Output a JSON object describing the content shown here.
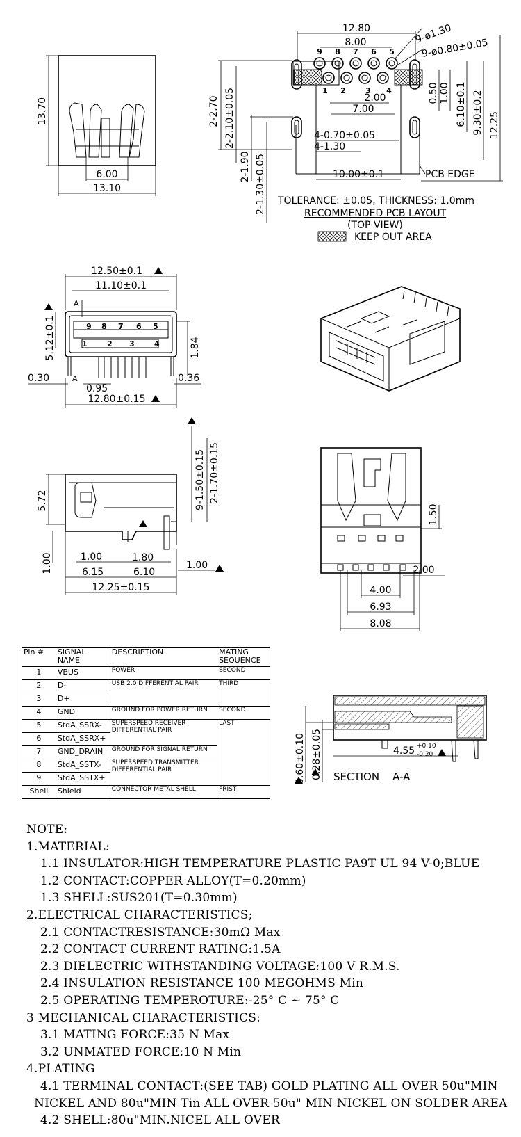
{
  "top_left_view": {
    "dim_height": "13.70",
    "dim_inner": "6.00",
    "dim_width": "13.10"
  },
  "pcb_layout": {
    "dims": [
      "12.80",
      "8.00",
      "9-ø1.30",
      "9-ø0.80±0.05",
      "2-2.70",
      "2-2.10±0.05",
      "2.00",
      "0.50",
      "1.00",
      "6.10±0.1",
      "9.30±0.2",
      "12.25",
      "7.00",
      "4-0.70±0.05",
      "4-1.30",
      "2-1.90",
      "2-1.30±0.05",
      "10.00±0.1",
      "PCB EDGE"
    ],
    "pins_top": [
      "9",
      "8",
      "7",
      "6",
      "5"
    ],
    "pins_bottom": [
      "1",
      "2",
      "3",
      "4"
    ],
    "tolerance": "TOLERANCE: ±0.05, THICKNESS: 1.0mm",
    "title": "RECOMMENDED PCB LAYOUT",
    "subtitle": "(TOP VIEW)",
    "legend": "KEEP OUT AREA"
  },
  "front_view": {
    "dims": [
      "12.50±0.1",
      "11.10±0.1",
      "5.12±0.1",
      "1.84",
      "0.30",
      "0.95",
      "0.36",
      "12.80±0.15"
    ],
    "section_mark": "A",
    "pins_top": [
      "9",
      "8",
      "7",
      "6",
      "5"
    ],
    "pins_bottom": [
      "1",
      "2",
      "3",
      "4"
    ]
  },
  "side_view": {
    "dims": [
      "9-1.50±0.15",
      "2-1.70±0.15",
      "5.72",
      "1.00",
      "1.00",
      "1.80",
      "1.00",
      "6.15",
      "6.10",
      "12.25±0.15"
    ]
  },
  "bottom_view": {
    "dims": [
      "1.50",
      "2.00",
      "4.00",
      "6.93",
      "8.08"
    ]
  },
  "section_view": {
    "dims": [
      "0.60±0.10",
      "0.28±0.05",
      "4.55",
      "+0.10",
      "-0.20"
    ],
    "label": "SECTION    A-A"
  },
  "pin_table": {
    "headers": [
      "Pin #",
      "SIGNAL NAME",
      "DESCRIPTION",
      "MATING SEQUENCE"
    ],
    "rows": [
      {
        "pin": "1",
        "signal": "VBUS",
        "desc": "POWER",
        "seq": "SECOND"
      },
      {
        "pin": "2",
        "signal": "D-",
        "desc": "USB 2.0 DIFFERENTIAL PAIR",
        "seq": "THIRD"
      },
      {
        "pin": "3",
        "signal": "D+"
      },
      {
        "pin": "4",
        "signal": "GND",
        "desc": "GROUND FOR POWER RETURN",
        "seq": "SECOND"
      },
      {
        "pin": "5",
        "signal": "StdA_SSRX-",
        "desc": "SUPERSPEED RECEIVER DIFFERENTIAL PAIR",
        "seq": "LAST"
      },
      {
        "pin": "6",
        "signal": "StdA_SSRX+"
      },
      {
        "pin": "7",
        "signal": "GND_DRAIN",
        "desc": "GROUND FOR SIGNAL RETURN"
      },
      {
        "pin": "8",
        "signal": "StdA_SSTX-",
        "desc": "SUPERSPEED TRANSMITTER DIFFERENTIAL PAIR"
      },
      {
        "pin": "9",
        "signal": "StdA_SSTX+"
      },
      {
        "pin": "Shell",
        "signal": "Shield",
        "desc": "CONNECTOR METAL SHELL",
        "seq": "FRIST"
      }
    ]
  },
  "notes": [
    "NOTE:",
    "1.MATERIAL:",
    "1.1 INSULATOR:HIGH TEMPERATURE PLASTIC PA9T UL 94 V-0;BLUE",
    "1.2 CONTACT:COPPER ALLOY(T=0.20mm)",
    "1.3 SHELL:SUS201(T=0.30mm)",
    "2.ELECTRICAL CHARACTERISTICS;",
    "2.1 CONTACTRESISTANCE:30mΩ Max",
    "2.2 CONTACT CURRENT RATING:1.5A",
    "2.3 DIELECTRIC WITHSTANDING VOLTAGE:100 V R.M.S.",
    "2.4 INSULATION RESISTANCE 100 MEGOHMS Min",
    "2.5 OPERATING TEMPEROTURE:-25° C ~ 75° C",
    "3 MECHANICAL CHARACTERISTICS:",
    "3.1 MATING FORCE:35 N Max",
    "3.2 UNMATED FORCE:10 N Min",
    "4.PLATING",
    "4.1 TERMINAL CONTACT:(SEE TAB) GOLD PLATING ALL OVER 50u\"MIN",
    "NICKEL AND 80u\"MIN Tin ALL OVER 50u\" MIN NICKEL ON SOLDER AREA",
    "4.2 SHELL:80u\"MIN.NICEL ALL OVER"
  ]
}
